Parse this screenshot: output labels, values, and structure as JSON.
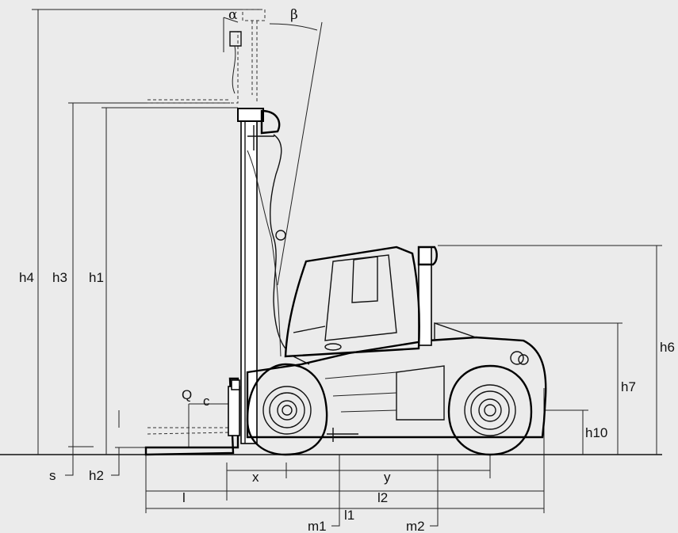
{
  "diagram": {
    "labels": {
      "h4": "h4",
      "h3": "h3",
      "h1": "h1",
      "h6": "h6",
      "h7": "h7",
      "h10": "h10",
      "s": "s",
      "h2": "h2",
      "x": "x",
      "y": "y",
      "l": "l",
      "l2": "l2",
      "l1": "l1",
      "m1": "m1",
      "m2": "m2",
      "Q": "Q",
      "c": "c",
      "alpha": "α",
      "beta": "β"
    },
    "colors": {
      "background": "#ebebeb",
      "line": "#000000",
      "body_fill": "#ffffff"
    }
  }
}
